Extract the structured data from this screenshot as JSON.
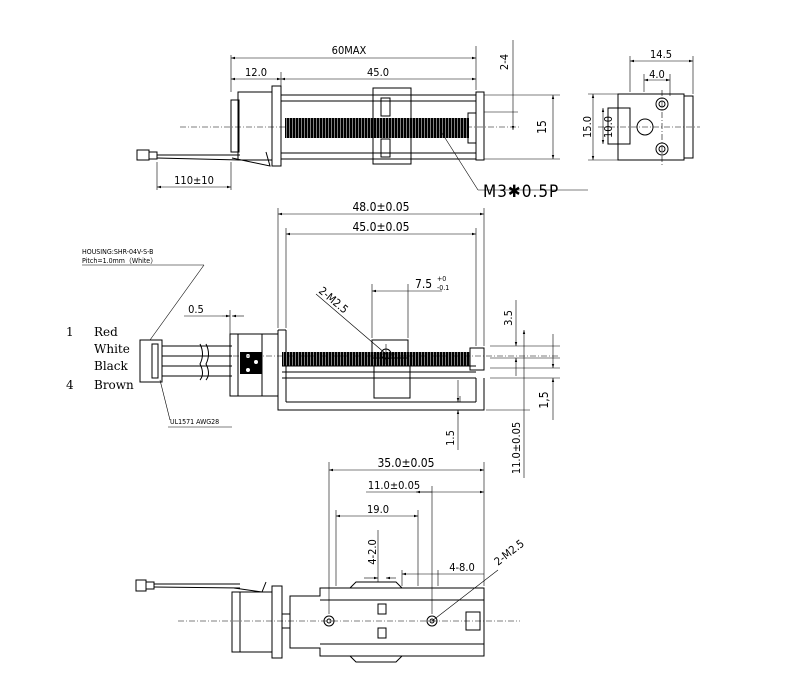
{
  "top_view": {
    "dims": {
      "total_length": "60MAX",
      "motor_length": "12.0",
      "screw_length": "45.0",
      "tolerance_range": "2-4",
      "height": "15",
      "lead_length": "110±10",
      "thread": "M3✱0.5P"
    }
  },
  "side_view": {
    "dims": {
      "width": "14.5",
      "inner_width": "4.0",
      "height": "15.0",
      "inner_height": "10.0"
    }
  },
  "front_view": {
    "housing_label": "HOUSING:SHR-04V-S-B",
    "pitch_label": "Pitch=1.0mm（White）",
    "wires": [
      {
        "pin": "1",
        "color": "Red"
      },
      {
        "pin": "",
        "color": "White"
      },
      {
        "pin": "",
        "color": "Black"
      },
      {
        "pin": "4",
        "color": "Brown"
      }
    ],
    "cable_label": "UL1571 AWG28",
    "dims": {
      "frame_length": "48.0±0.05",
      "screw_length": "45.0±0.05",
      "hole_offset": "7.5",
      "hole_offset_tol_plus": "+0",
      "hole_offset_tol_minus": "-0.1",
      "mount_holes": "2-M2.5",
      "gap": "0.5",
      "slider_height": "3.5",
      "frame_height": "11.0±0.05",
      "plate_thickness": "1.5",
      "plate_thickness_right": "1,5"
    }
  },
  "bottom_view": {
    "dims": {
      "span": "35.0±0.05",
      "hole_spacing": "11.0±0.05",
      "slot_length": "19.0",
      "slot_range": "4-2.0",
      "travel_range": "4-8.0",
      "mount_holes": "2-M2.5"
    }
  }
}
